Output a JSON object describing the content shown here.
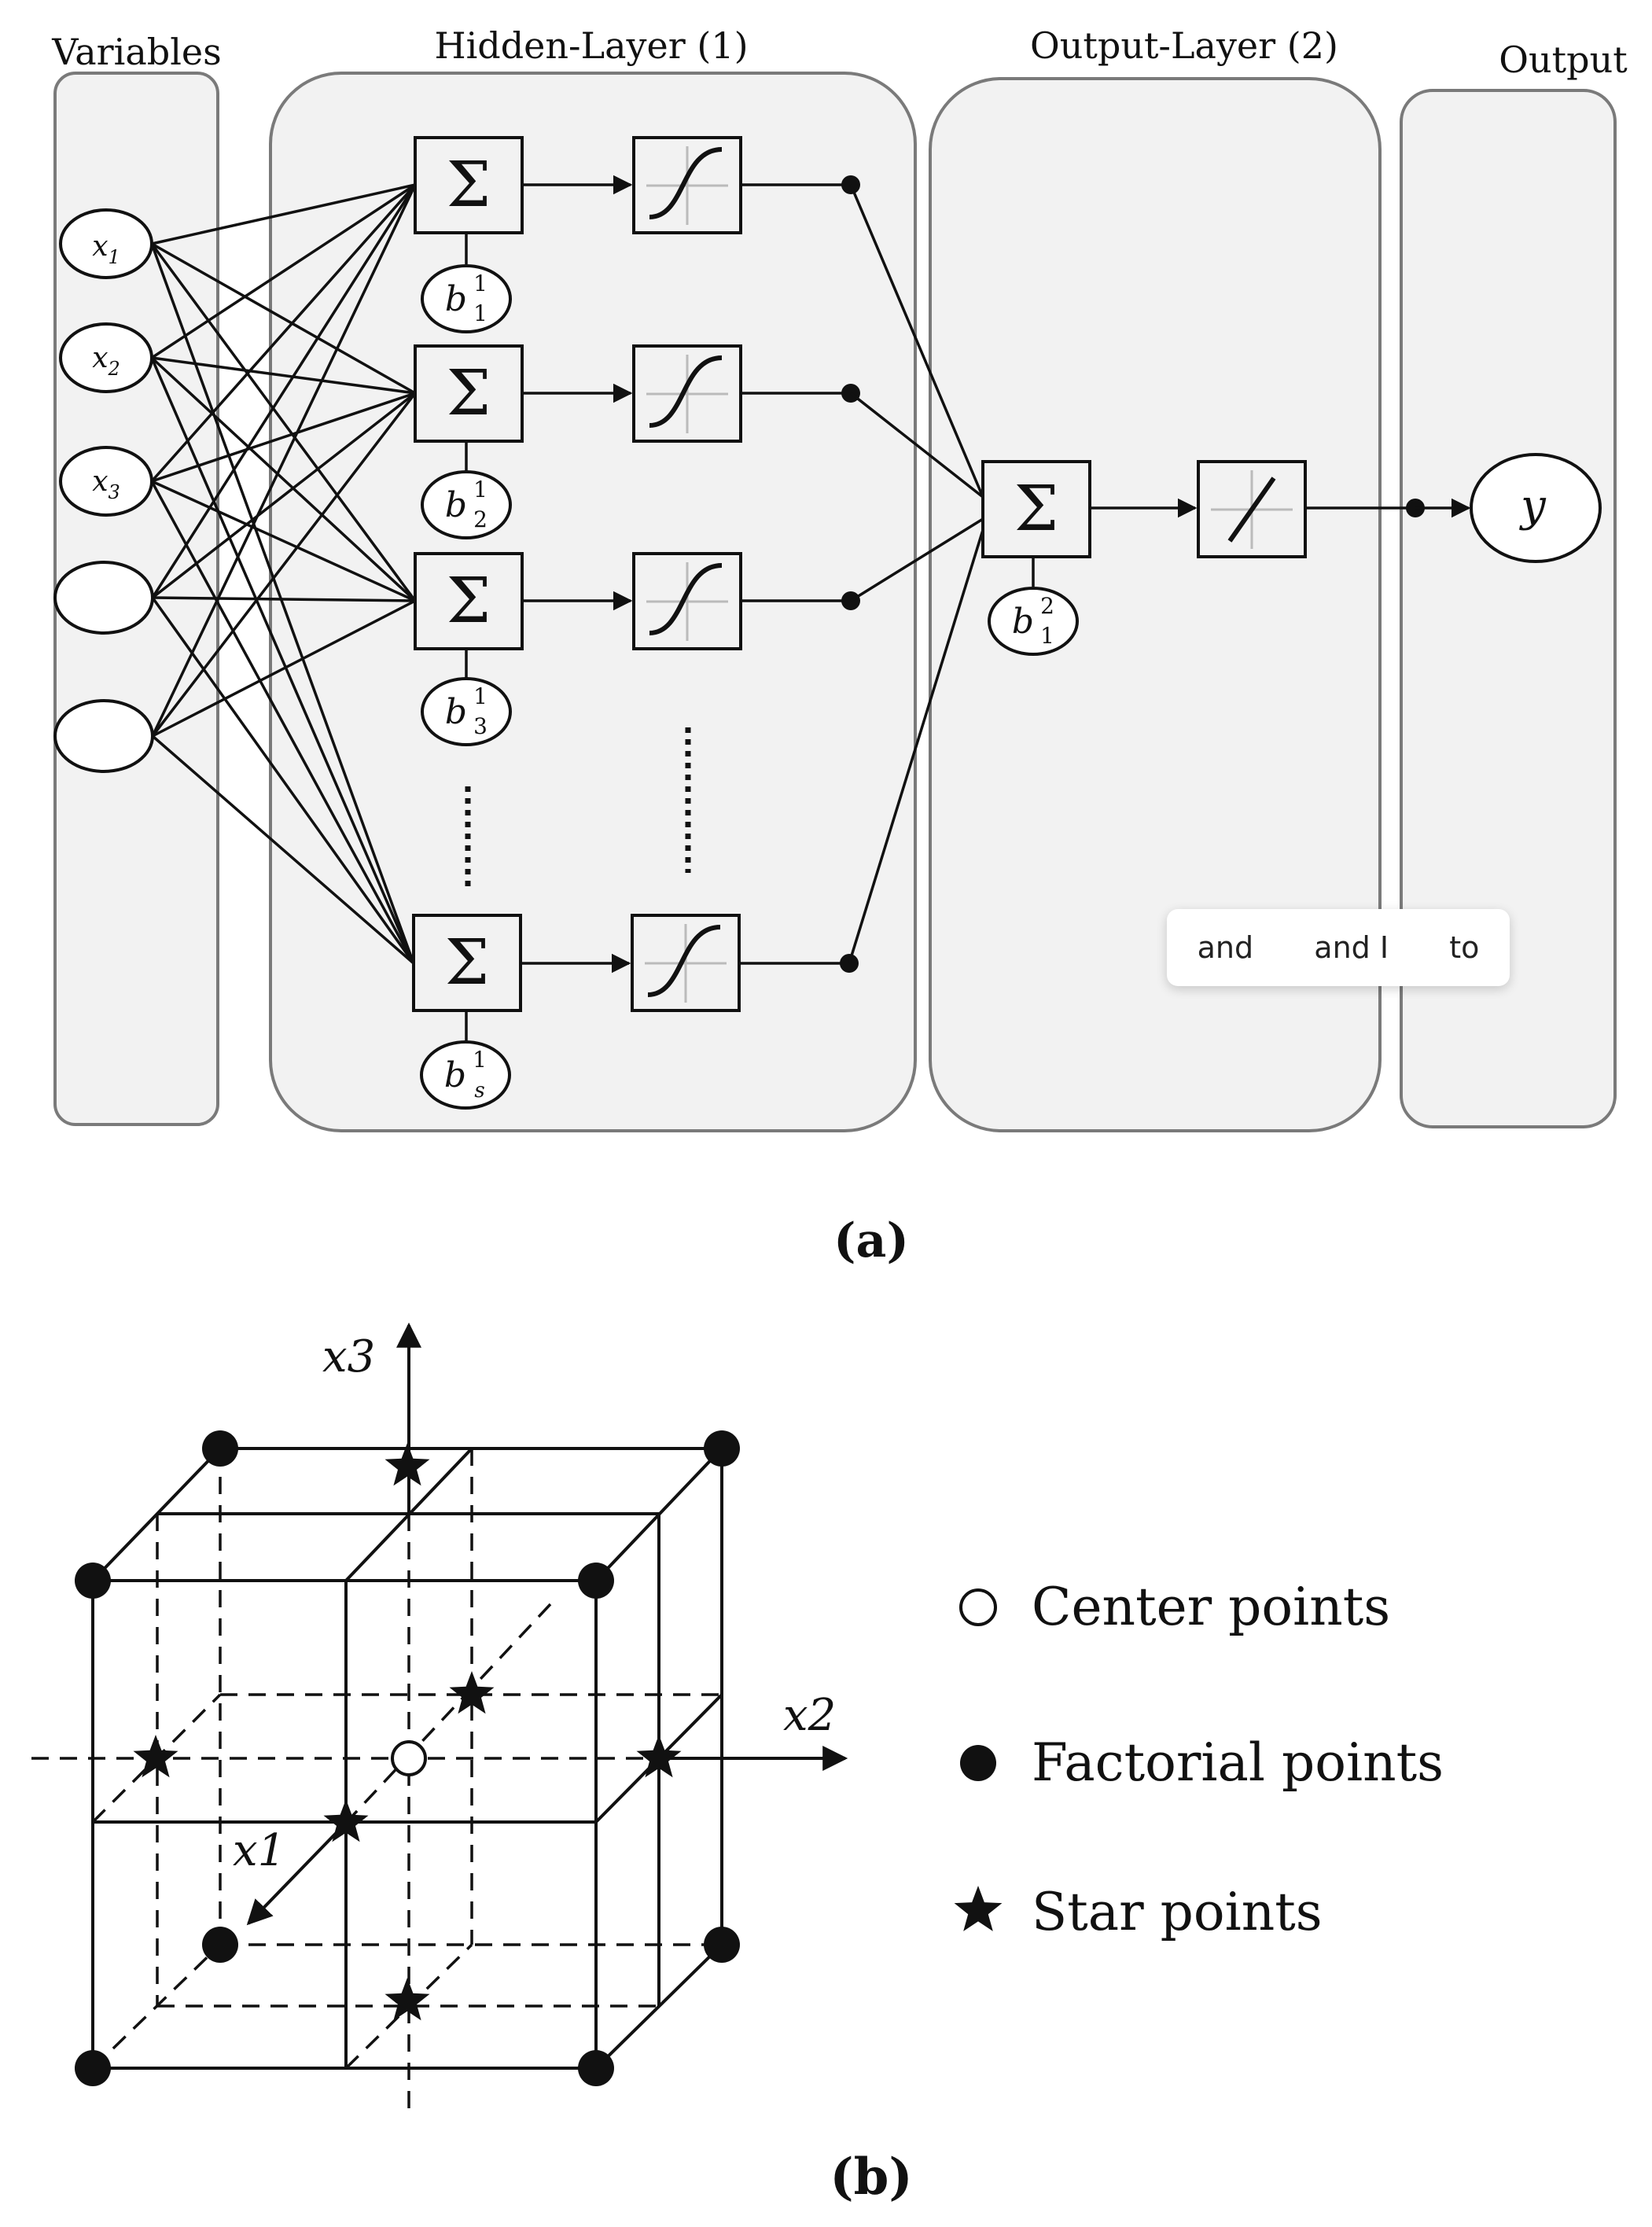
{
  "panel_a": {
    "caption": "(a)",
    "sections": {
      "variables": "Variables",
      "hidden": "Hidden-Layer (1)",
      "output_layer": "Output-Layer (2)",
      "output": "Output"
    },
    "inputs": [
      {
        "base": "x",
        "sub": "1"
      },
      {
        "base": "x",
        "sub": "2"
      },
      {
        "base": "x",
        "sub": "3"
      },
      {
        "base": "",
        "sub": ""
      },
      {
        "base": "",
        "sub": ""
      }
    ],
    "hidden_neurons": [
      {
        "sum_symbol": "Σ",
        "bias": {
          "base": "b",
          "sub": "1",
          "sup": "1"
        }
      },
      {
        "sum_symbol": "Σ",
        "bias": {
          "base": "b",
          "sub": "2",
          "sup": "1"
        }
      },
      {
        "sum_symbol": "Σ",
        "bias": {
          "base": "b",
          "sub": "3",
          "sup": "1"
        }
      },
      {
        "sum_symbol": "Σ",
        "bias": {
          "base": "b",
          "sub": "s",
          "sup": "1"
        }
      }
    ],
    "hidden_activation": "sigmoid-icon",
    "output_neuron": {
      "sum_symbol": "Σ",
      "bias": {
        "base": "b",
        "sub": "1",
        "sup": "2"
      }
    },
    "output_activation": "linear-icon",
    "output_node": "y"
  },
  "suggestions": [
    "and",
    "and I",
    "to"
  ],
  "panel_b": {
    "caption": "(b)",
    "axes": {
      "x1": "x1",
      "x2": "x2",
      "x3": "x3"
    },
    "legend": [
      {
        "marker": "open-circle-icon",
        "label": "Center points"
      },
      {
        "marker": "filled-circle-icon",
        "label": "Factorial points"
      },
      {
        "marker": "star-icon",
        "label": "Star points"
      }
    ]
  }
}
